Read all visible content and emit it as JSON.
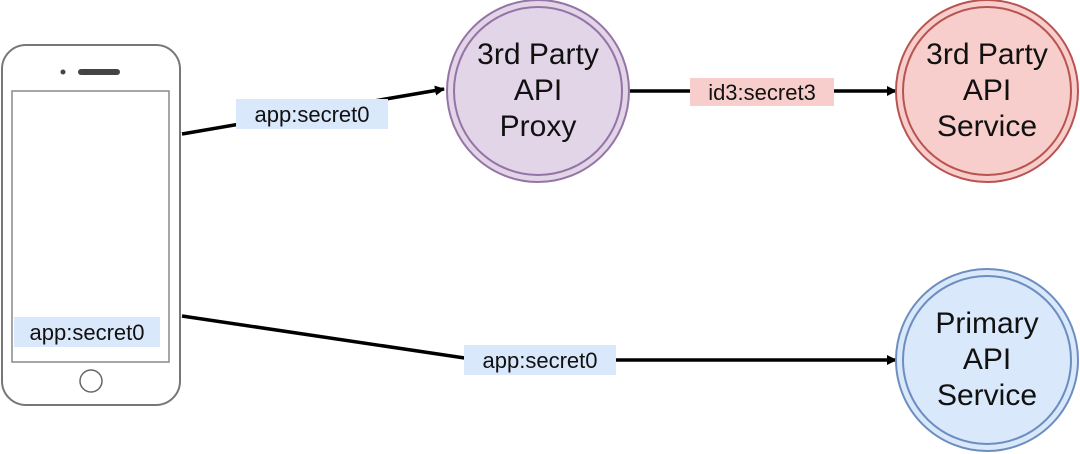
{
  "diagram": {
    "phone": {
      "screen_label": "app:secret0"
    },
    "nodes": {
      "proxy": {
        "lines": [
          "3rd Party",
          "API",
          "Proxy"
        ],
        "fill": "#e1d5e7",
        "stroke": "#9673a6"
      },
      "third_party_service": {
        "lines": [
          "3rd Party",
          "API",
          "Service"
        ],
        "fill": "#f8cecc",
        "stroke": "#b85450"
      },
      "primary_service": {
        "lines": [
          "Primary",
          "API",
          "Service"
        ],
        "fill": "#dae8fc",
        "stroke": "#6c8ebf"
      }
    },
    "edges": {
      "phone_to_proxy": {
        "label": "app:secret0",
        "label_bg": "#dae8fc"
      },
      "proxy_to_third_party": {
        "label": "id3:secret3",
        "label_bg": "#f8cecc"
      },
      "phone_to_primary": {
        "label": "app:secret0",
        "label_bg": "#dae8fc"
      }
    }
  }
}
